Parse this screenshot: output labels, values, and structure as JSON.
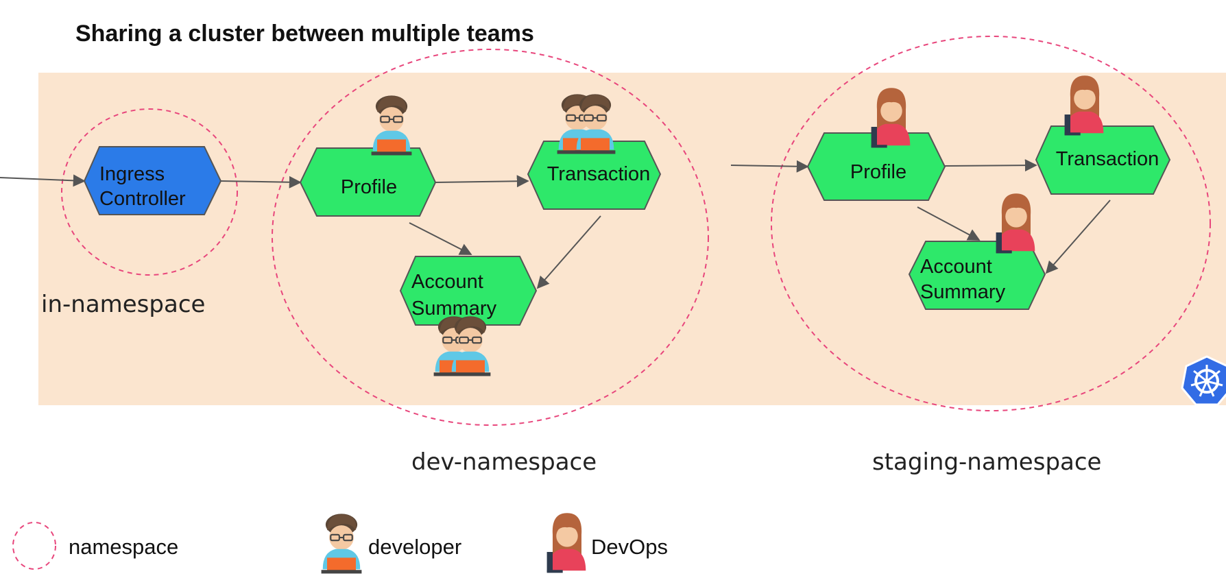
{
  "title": "Sharing a cluster between multiple teams",
  "namespaces": {
    "in": "in-namespace",
    "dev": "dev-namespace",
    "staging": "staging-namespace"
  },
  "services": {
    "ingress_line1": "Ingress",
    "ingress_line2": "Controller",
    "profile": "Profile",
    "transaction": "Transaction",
    "account_line1": "Account",
    "account_line2": "Summary"
  },
  "legend": {
    "namespace": "namespace",
    "developer": "developer",
    "devops": "DevOps"
  },
  "colors": {
    "cluster_bg": "#fbe5cf",
    "namespace_border": "#e8467c",
    "ingress_fill": "#2b7be8",
    "service_fill": "#2ee86a",
    "kubernetes_blue": "#326ce5"
  },
  "icons": {
    "developer": "developer-icon",
    "devops": "devops-icon",
    "cluster": "kubernetes-logo-icon"
  }
}
